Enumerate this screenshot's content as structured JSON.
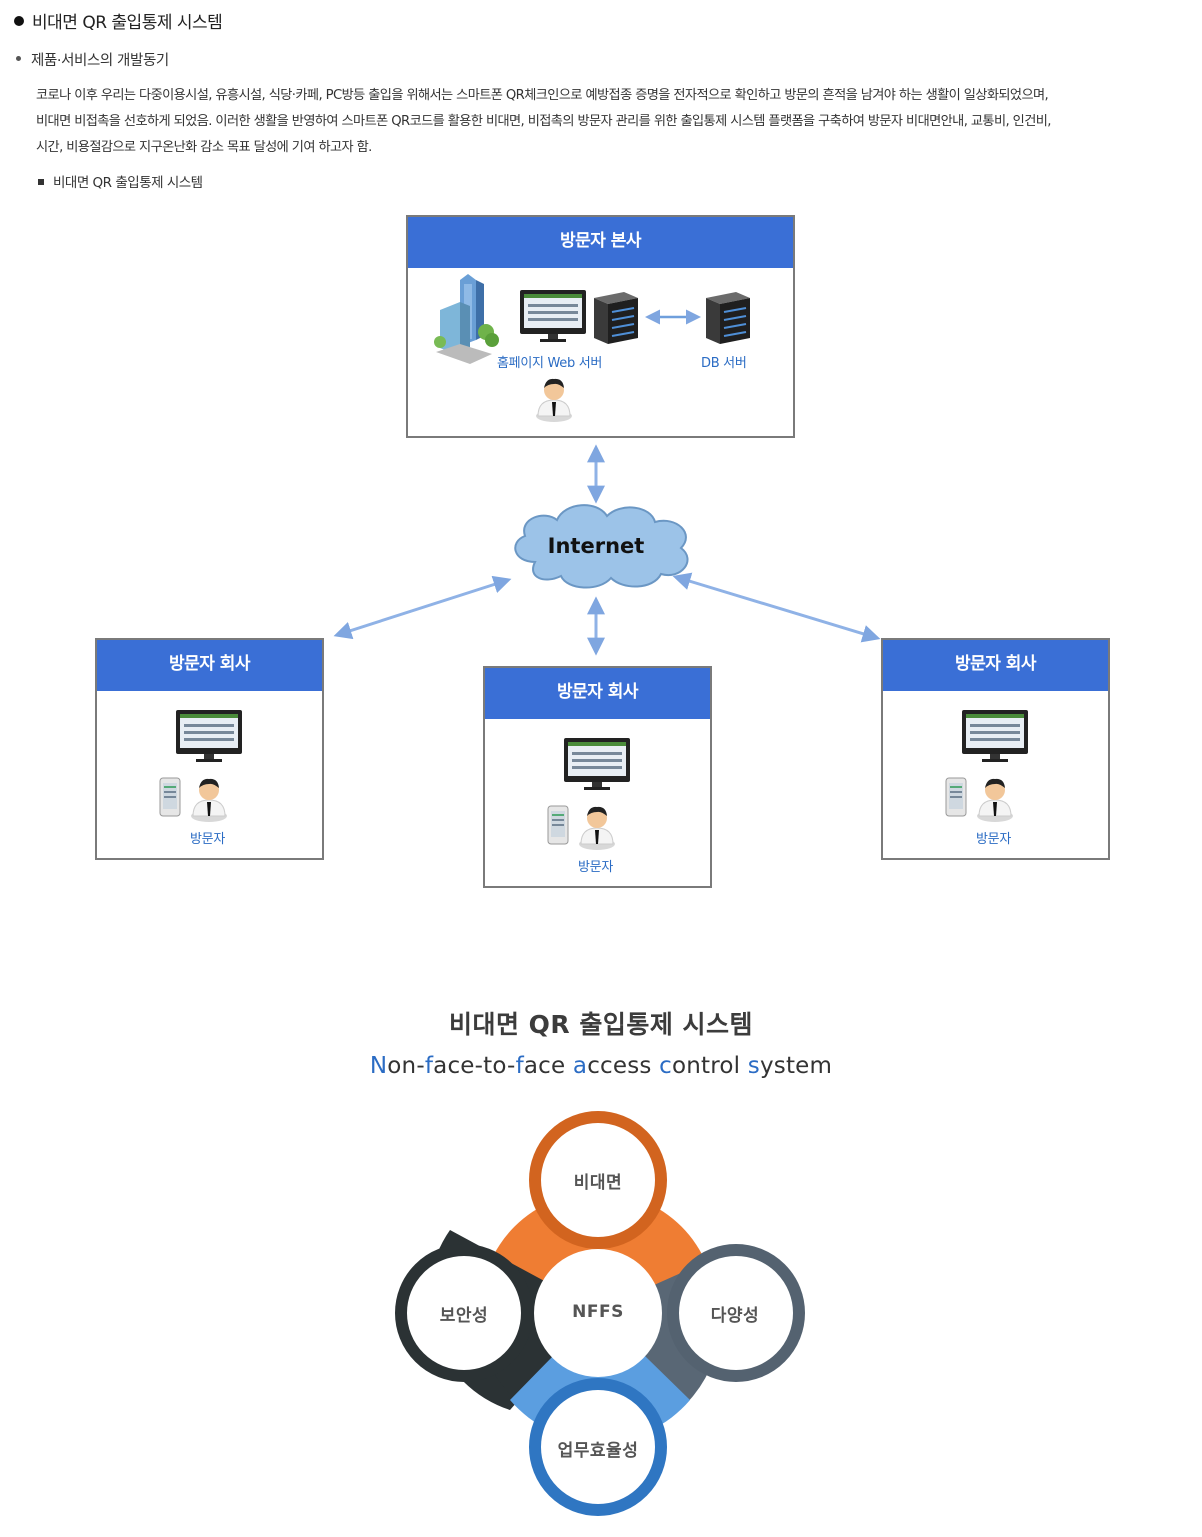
{
  "header": {
    "title": "비대면 QR 출입통제 시스템",
    "section": "제품·서비스의 개발동기",
    "paragraph_lines": [
      "코로나 이후 우리는 다중이용시설, 유흥시설, 식당·카페, PC방등 출입을 위해서는 스마트폰 QR체크인으로 예방접종 증명을 전자적으로 확인하고 방문의 흔적을 남겨야 하는 생활이 일상화되었으며,",
      "비대면 비접촉을 선호하게 되었음. 이러한 생활을 반영하여 스마트폰 QR코드를 활용한 비대면, 비접촉의 방문자 관리를 위한 출입통제 시스템 플랫폼을 구축하여 방문자 비대면안내, 교통비, 인건비,",
      "시간, 비용절감으로 지구온난화 감소 목표 달성에 기여 하고자 함."
    ],
    "subsection": "비대면 QR 출입통제 시스템"
  },
  "diagram": {
    "hq": {
      "title": "방문자 본사",
      "web_server_label": "홈페이지 Web 서버",
      "db_server_label": "DB 서버"
    },
    "internet_label": "Internet",
    "companies": [
      {
        "title": "방문자 회사",
        "visitor_label": "방문자"
      },
      {
        "title": "방문자 회사",
        "visitor_label": "방문자"
      },
      {
        "title": "방문자 회사",
        "visitor_label": "방문자"
      }
    ]
  },
  "nffs": {
    "title": "비대면 QR 출입통제 시스템",
    "subtitle_parts": [
      {
        "t": "N",
        "accent": true
      },
      {
        "t": "on-",
        "accent": false
      },
      {
        "t": "f",
        "accent": true
      },
      {
        "t": "ace-to-",
        "accent": false
      },
      {
        "t": "f",
        "accent": true
      },
      {
        "t": "ace ",
        "accent": false
      },
      {
        "t": "a",
        "accent": true
      },
      {
        "t": "ccess ",
        "accent": false
      },
      {
        "t": "c",
        "accent": true
      },
      {
        "t": "ontrol ",
        "accent": false
      },
      {
        "t": "s",
        "accent": true
      },
      {
        "t": "ystem",
        "accent": false
      }
    ],
    "center": "NFFS",
    "top": "비대면",
    "left": "보안성",
    "right": "다양성",
    "bottom": "업무효율성",
    "colors": {
      "top": "#e06a1e",
      "left": "#2b3234",
      "right": "#546270",
      "bottom": "#2f76c2",
      "box_header": "#3a6fd6",
      "accent_text": "#2b6cc4"
    }
  }
}
